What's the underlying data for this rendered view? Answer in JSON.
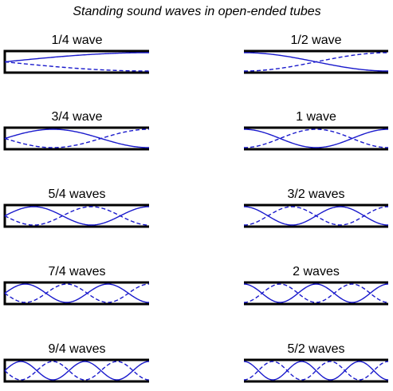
{
  "title": "Standing sound waves in open-ended tubes",
  "colors": {
    "wave": "#1a1acc",
    "tube": "#000000",
    "background": "#ffffff"
  },
  "tubes": [
    {
      "label": "1/4 wave",
      "waves": 0.25,
      "closed_end": "left"
    },
    {
      "label": "1/2 wave",
      "waves": 0.5,
      "closed_end": "none"
    },
    {
      "label": "3/4 wave",
      "waves": 0.75,
      "closed_end": "left"
    },
    {
      "label": "1 wave",
      "waves": 1.0,
      "closed_end": "none"
    },
    {
      "label": "5/4 waves",
      "waves": 1.25,
      "closed_end": "left"
    },
    {
      "label": "3/2 waves",
      "waves": 1.5,
      "closed_end": "none"
    },
    {
      "label": "7/4 waves",
      "waves": 1.75,
      "closed_end": "left"
    },
    {
      "label": "2 waves",
      "waves": 2.0,
      "closed_end": "none"
    },
    {
      "label": "9/4 waves",
      "waves": 2.25,
      "closed_end": "left"
    },
    {
      "label": "5/2 waves",
      "waves": 2.5,
      "closed_end": "none"
    }
  ]
}
